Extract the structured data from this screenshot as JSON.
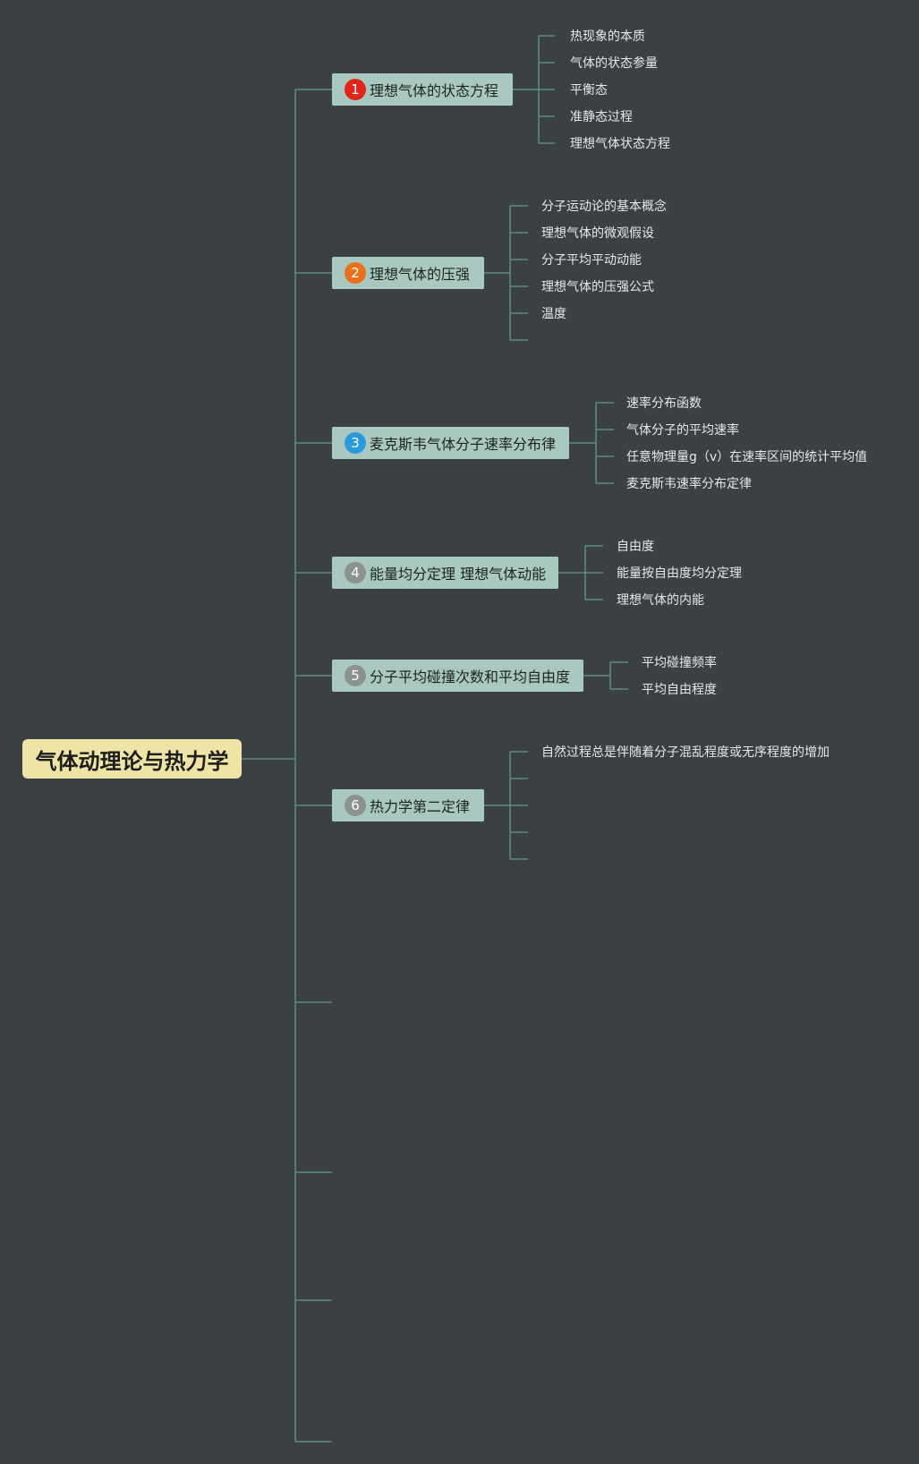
{
  "root": {
    "label": "气体动理论与热力学"
  },
  "colors": {
    "background": "#3b4043",
    "line": "#5f9a8d",
    "topic_fill": "#a9c9c0",
    "root_fill": "#eee4a6",
    "badge_1": "#e0261b",
    "badge_2": "#e8721c",
    "badge_3": "#2a9ad8",
    "badge_gray": "#8c9192"
  },
  "topics": [
    {
      "number": "1",
      "label": "理想气体的状态方程",
      "badge_color": "#e0261b",
      "items": [
        "热现象的本质",
        "气体的状态参量",
        "平衡态",
        "准静态过程",
        "理想气体状态方程"
      ]
    },
    {
      "number": "2",
      "label": "理想气体的压强",
      "badge_color": "#e8721c",
      "items": [
        "分子运动论的基本概念",
        "理想气体的微观假设",
        "分子平均平动动能",
        "理想气体的压强公式",
        "温度",
        ""
      ]
    },
    {
      "number": "3",
      "label": "麦克斯韦气体分子速率分布律",
      "badge_color": "#2a9ad8",
      "items": [
        "速率分布函数",
        "气体分子的平均速率",
        "任意物理量g（v）在速率区间的统计平均值",
        "麦克斯韦速率分布定律"
      ]
    },
    {
      "number": "4",
      "label": "能量均分定理 理想气体动能",
      "badge_color": "#8c9192",
      "items": [
        "自由度",
        "能量按自由度均分定理",
        "理想气体的内能"
      ]
    },
    {
      "number": "5",
      "label": "分子平均碰撞次数和平均自由度",
      "badge_color": "#8c9192",
      "items": [
        "平均碰撞频率",
        "平均自由程度"
      ]
    },
    {
      "number": "6",
      "label": "热力学第二定律",
      "badge_color": "#8c9192",
      "items": [
        "自然过程总是伴随着分子混乱程度或无序程度的增加",
        "",
        "",
        "",
        ""
      ]
    }
  ],
  "empty_branch_count": 4
}
